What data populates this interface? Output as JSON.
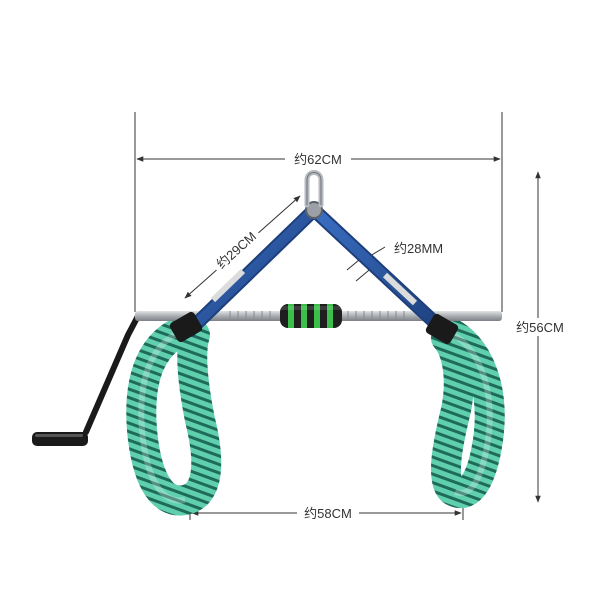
{
  "product": {
    "name": "pipe clamp tool with crank handle and spiral hoses",
    "colors": {
      "arm": "#2a5aa8",
      "arm_dark": "#1d3f7c",
      "rod": "#b9bcc0",
      "hose": "#5fcfae",
      "hose_stripe": "#1f6b5a",
      "grip": "#1f1f1f",
      "grip_ring": "#3bbf4a",
      "crank": "#1a1a1a"
    },
    "icons": {
      "shackle": "shackle-icon",
      "crank": "crank-handle-icon"
    }
  },
  "dimensions": {
    "width_top": "约62CM",
    "arm_length": "约29CM",
    "arm_diameter": "约28MM",
    "height": "约56CM",
    "width_bottom": "约58CM"
  },
  "colors": {
    "dimension_line": "#333333",
    "background": "#ffffff"
  }
}
